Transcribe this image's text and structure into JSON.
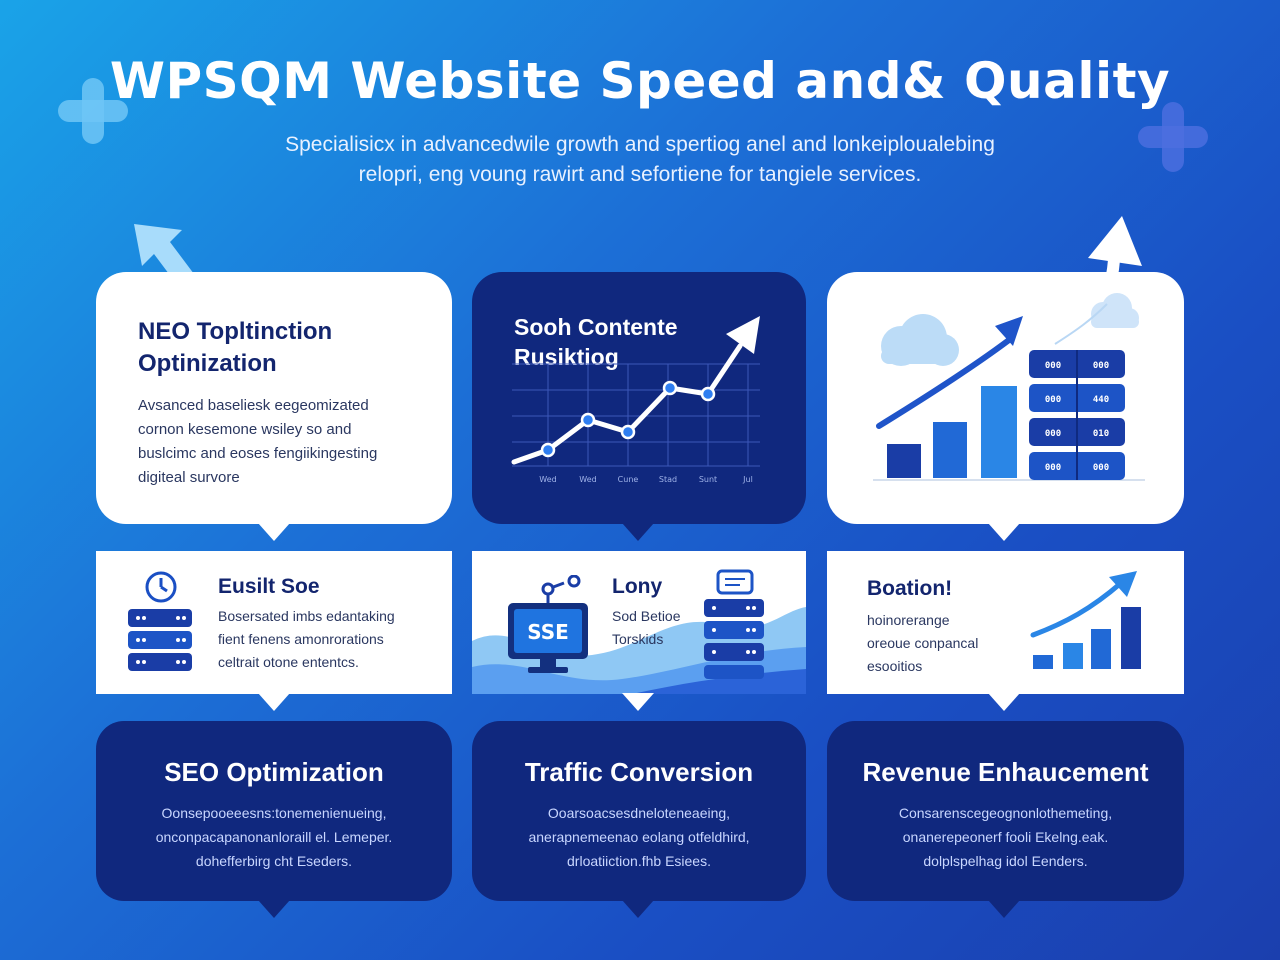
{
  "header": {
    "title": "WPSQM Website Speed and& Quality",
    "subtitle_line1": "Specialisicx in advancedwile growth and spertiog anel and lonkeiploualebing",
    "subtitle_line2": "relopri, eng voung rawirt and sefortiene for tangiele services."
  },
  "top_row": {
    "card1": {
      "title_line1": "NEO Topltinction",
      "title_line2": "Optinization",
      "lines": [
        "Avsanced baseliesk eegeomizated",
        "cornon kesemone wsiley so and",
        "buslcimc and eoses fengiikingesting",
        "digiteal survore"
      ]
    },
    "card2": {
      "title_line1": "Sooh Contente",
      "title_line2": "Rusiktiog",
      "axis_labels": [
        "Wed",
        "Wed",
        "Cune",
        "Stad",
        "Sunt",
        "Jul"
      ]
    },
    "card3": {
      "server_labels": [
        "000",
        "000",
        "000",
        "440",
        "000",
        "010",
        "000",
        "000"
      ]
    }
  },
  "middle_row": {
    "card1": {
      "title": "Eusilt Soe",
      "lines": [
        "Bosersated imbs edantaking",
        "fient fenens amonrorations",
        "celtrait otone ententcs."
      ]
    },
    "card2": {
      "monitor_text": "SSE",
      "title": "Lony",
      "lines": [
        "Sod Betioe",
        "Torskids"
      ]
    },
    "card3": {
      "title": "Boation!",
      "lines": [
        "hoinorerange",
        "oreoue conpancal",
        "esooitios"
      ]
    }
  },
  "bottom_row": {
    "card1": {
      "title": "SEO Optimization",
      "lines": [
        "Oonsepooeeesns:tonemenienueing,",
        "onconpacapanonanloraill el. Lemeper.",
        "dohefferbirg cht Eseders."
      ]
    },
    "card2": {
      "title": "Traffic Conversion",
      "lines": [
        "Ooarsoacsesdneloteneaeing,",
        "anerapnemeenao eolang otfeldhird,",
        "drloatiiction.fhb Esiees."
      ]
    },
    "card3": {
      "title": "Revenue Enhaucement",
      "lines": [
        "Consarenscegeognonlothemeting,",
        "onanerepeonerf fooli Ekelng.eak.",
        "dolplspelhag idol Eenders."
      ]
    }
  },
  "colors": {
    "navy": "#10287e",
    "accent": "#1f6fe0",
    "light_accent": "#5fb6f2"
  }
}
